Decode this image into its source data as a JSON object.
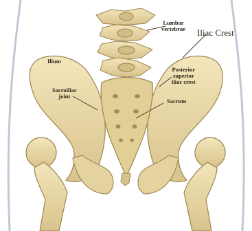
{
  "labels": {
    "lumbar_1": "Lumbar",
    "lumbar_2": "vertebrae",
    "iliac_crest": "Iliac Crest",
    "ilium": "Ilium",
    "psic_1": "Posterior",
    "psic_2": "superior",
    "psic_3": "iliac crest",
    "sacroiliac_1": "Sacroiliac",
    "sacroiliac_2": "joint",
    "sacrum": "Sacrum"
  },
  "colors": {
    "bone": "#ecdca8",
    "bone_shadow": "#c4ac72",
    "bone_dark": "#9c8450",
    "skin_outline": "#bfc9d6",
    "leader": "#3a3325",
    "label_text": "#2a2418"
  }
}
